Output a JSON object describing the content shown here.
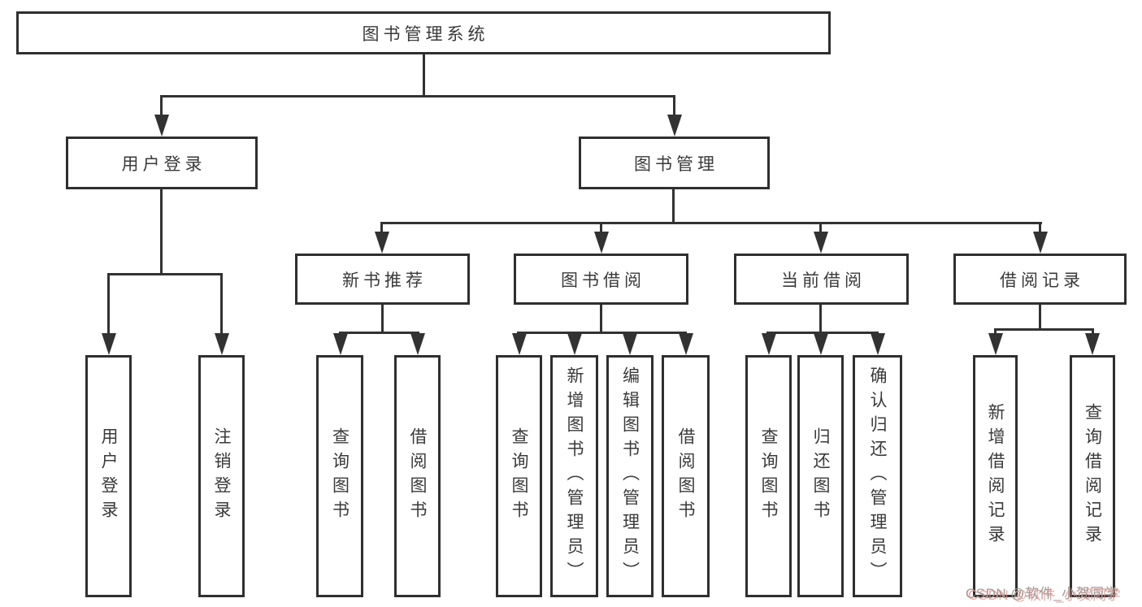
{
  "tree": {
    "label": "图书管理系统",
    "children": [
      {
        "label": "用户登录",
        "children": [
          {
            "label": "用户登录"
          },
          {
            "label": "注销登录"
          }
        ]
      },
      {
        "label": "图书管理",
        "children": [
          {
            "label": "新书推荐",
            "children": [
              {
                "label": "查询图书"
              },
              {
                "label": "借阅图书"
              }
            ]
          },
          {
            "label": "图书借阅",
            "children": [
              {
                "label": "查询图书"
              },
              {
                "label": "新增图书（管理员）"
              },
              {
                "label": "编辑图书（管理员）"
              },
              {
                "label": "借阅图书"
              }
            ]
          },
          {
            "label": "当前借阅",
            "children": [
              {
                "label": "查询图书"
              },
              {
                "label": "归还图书"
              },
              {
                "label": "确认归还（管理员）"
              }
            ]
          },
          {
            "label": "借阅记录",
            "children": [
              {
                "label": "新增借阅记录"
              },
              {
                "label": "查询借阅记录"
              }
            ]
          }
        ]
      }
    ]
  },
  "watermark": {
    "text": "CSDN @软件_小贺同学"
  },
  "colors": {
    "line": "#323232",
    "box_border": "#2f2f2f",
    "text": "#3a3a3a",
    "background": "#ffffff",
    "watermark_gray": "#9c9c9c",
    "watermark_shadow": "#f08478"
  }
}
